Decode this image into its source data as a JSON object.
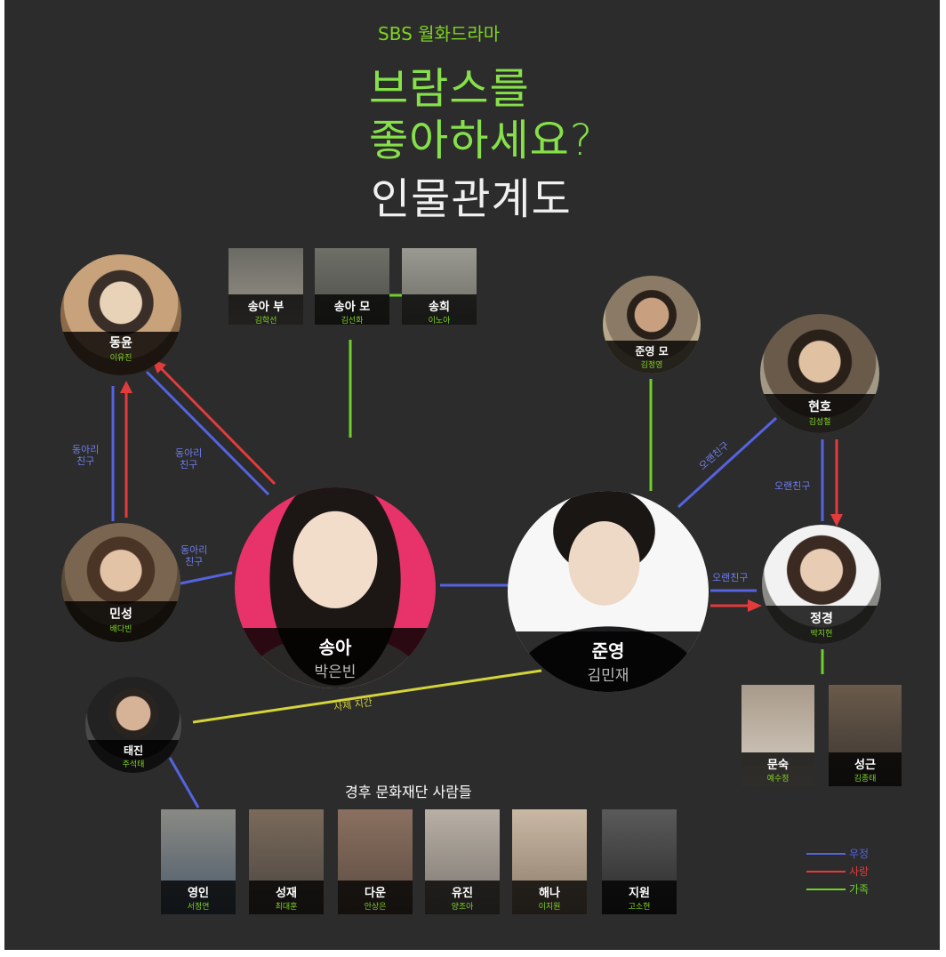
{
  "title": {
    "sub": "SBS 월화드라마",
    "line1": "브람스를",
    "line2": "좋아하세요?",
    "line3": "인물관계도"
  },
  "people": {
    "songa": {
      "name": "송아",
      "actor": "박은빈"
    },
    "junyoung": {
      "name": "준영",
      "actor": "김민재"
    },
    "dongyun": {
      "name": "동윤",
      "actor": "이유진"
    },
    "minseong": {
      "name": "민성",
      "actor": "배다빈"
    },
    "taejin": {
      "name": "태진",
      "actor": "주석태"
    },
    "junyoung_mom": {
      "name": "준영 모",
      "actor": "김정영"
    },
    "hyeonho": {
      "name": "현호",
      "actor": "김성철"
    },
    "jeonggyeong": {
      "name": "정경",
      "actor": "박지현"
    }
  },
  "family_top": [
    {
      "name": "송아 부",
      "actor": "김학선"
    },
    {
      "name": "송아 모",
      "actor": "김선화"
    },
    {
      "name": "송희",
      "actor": "이노아"
    }
  ],
  "family_right": [
    {
      "name": "문숙",
      "actor": "예수정"
    },
    {
      "name": "성근",
      "actor": "김종태"
    }
  ],
  "foundation": {
    "title": "경후 문화재단 사람들",
    "members": [
      {
        "name": "영인",
        "actor": "서정연"
      },
      {
        "name": "성재",
        "actor": "최대훈"
      },
      {
        "name": "다운",
        "actor": "안상은"
      },
      {
        "name": "유진",
        "actor": "양조아"
      },
      {
        "name": "해나",
        "actor": "이지원"
      },
      {
        "name": "지원",
        "actor": "고소현"
      }
    ]
  },
  "relations": {
    "club_friend": "동아리\n친구",
    "old_friend": "오랜친구",
    "teacher": "사제 지간"
  },
  "legend": [
    {
      "label": "우정",
      "color": "#5563e0"
    },
    {
      "label": "사랑",
      "color": "#e23b3b"
    },
    {
      "label": "가족",
      "color": "#6fcf2a"
    }
  ],
  "colors": {
    "friendship": "#5563e0",
    "love": "#e23b3b",
    "family": "#6fcf2a",
    "teacher": "#d4d43a",
    "title_green": "#86e04a",
    "songa_bg": "#e8336a"
  }
}
